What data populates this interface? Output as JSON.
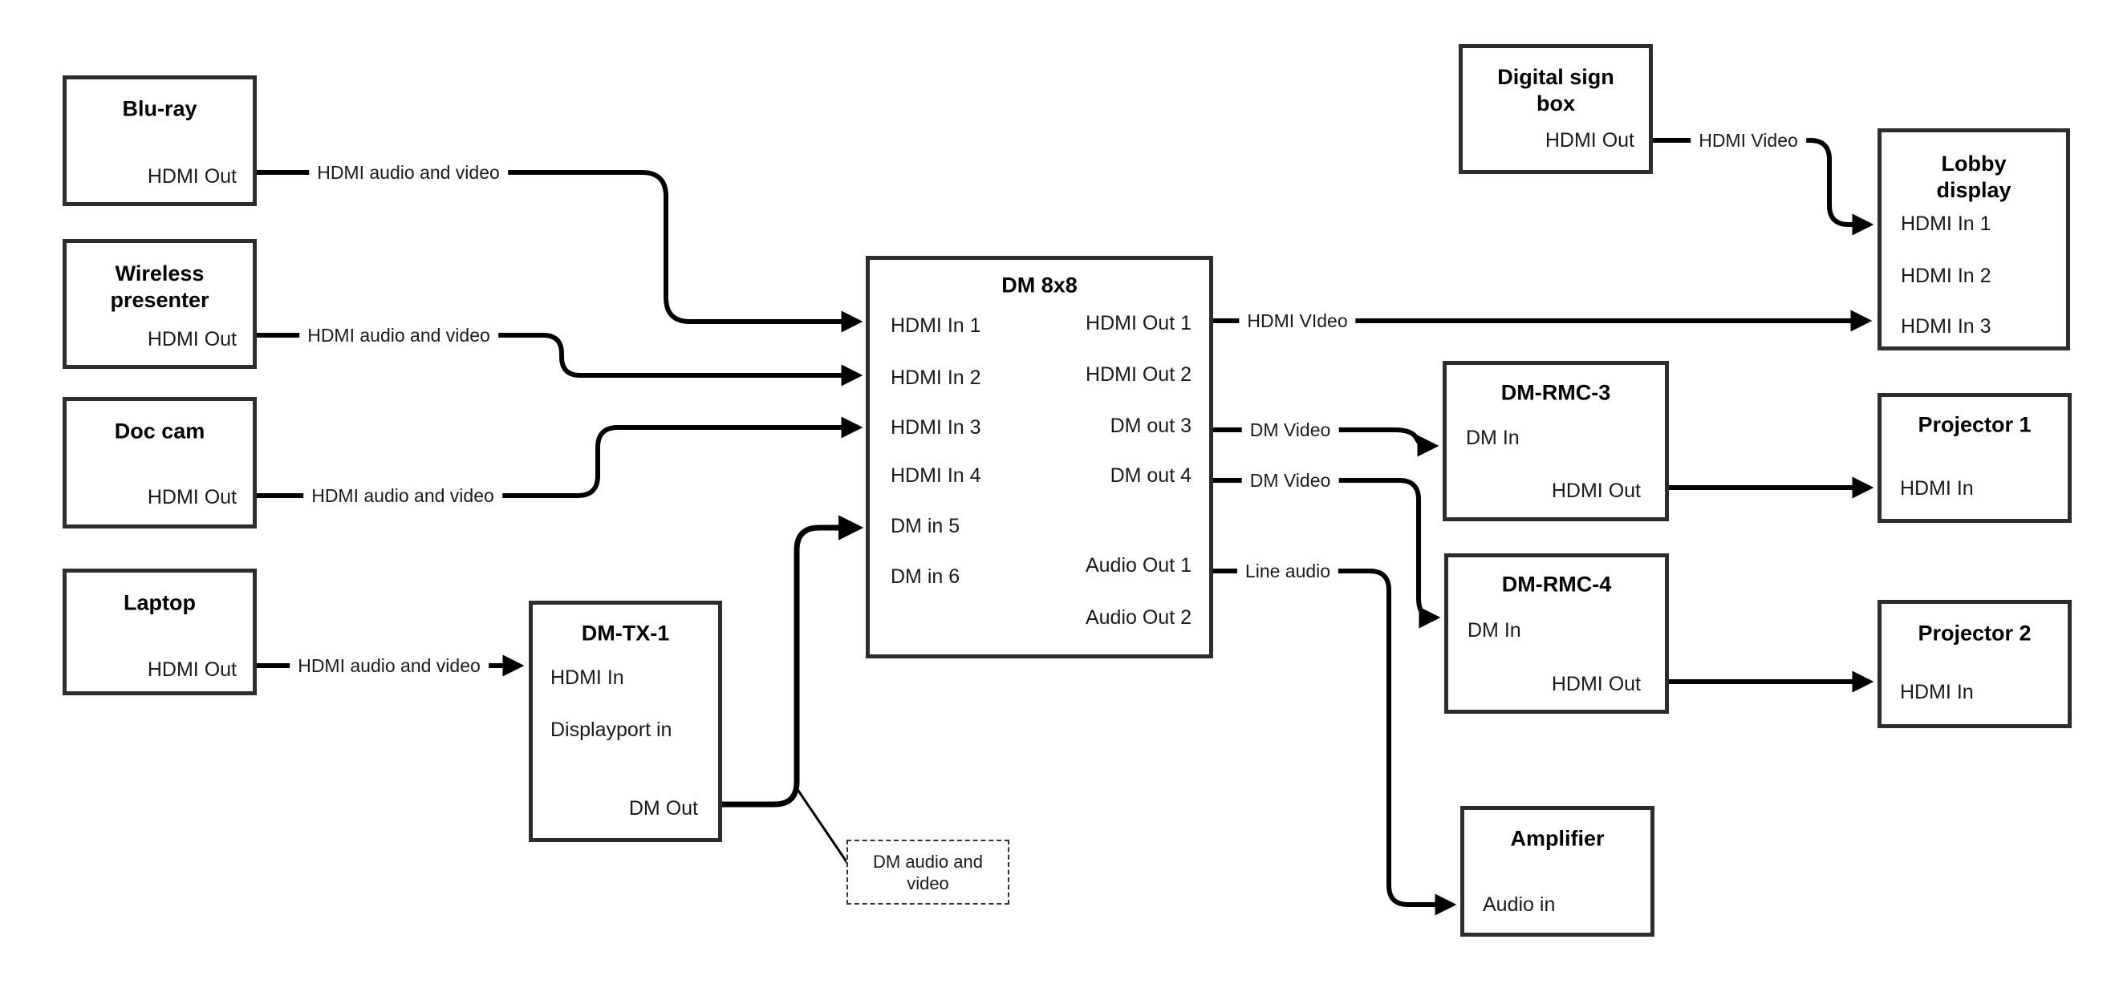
{
  "diagram": {
    "colors": {
      "wire": "#000000",
      "box_border": "#2d2d2d",
      "text": "#1a1a1a"
    },
    "nodes": {
      "blu_ray": {
        "title": "Blu-ray",
        "hdmi_out": "HDMI Out"
      },
      "wireless_presenter": {
        "title": "Wireless presenter",
        "hdmi_out": "HDMI Out"
      },
      "doc_cam": {
        "title": "Doc cam",
        "hdmi_out": "HDMI Out"
      },
      "laptop": {
        "title": "Laptop",
        "hdmi_out": "HDMI Out"
      },
      "dm_tx_1": {
        "title": "DM-TX-1",
        "hdmi_in": "HDMI In",
        "displayport_in": "Displayport in",
        "dm_out": "DM Out"
      },
      "dm_8x8": {
        "title": "DM 8x8",
        "inputs": [
          "HDMI In 1",
          "HDMI In 2",
          "HDMI In 3",
          "HDMI In 4",
          "DM in 5",
          "DM in 6"
        ],
        "outputs": [
          "HDMI Out 1",
          "HDMI Out 2",
          "DM out 3",
          "DM out 4",
          "Audio Out 1",
          "Audio Out 2"
        ]
      },
      "digital_sign_box": {
        "title": "Digital sign box",
        "hdmi_out": "HDMI Out"
      },
      "lobby_display": {
        "title": "Lobby display",
        "inputs": [
          "HDMI In 1",
          "HDMI In 2",
          "HDMI In 3"
        ]
      },
      "dm_rmc_3": {
        "title": "DM-RMC-3",
        "dm_in": "DM In",
        "hdmi_out": "HDMI Out"
      },
      "projector_1": {
        "title": "Projector 1",
        "hdmi_in": "HDMI In"
      },
      "dm_rmc_4": {
        "title": "DM-RMC-4",
        "dm_in": "DM In",
        "hdmi_out": "HDMI Out"
      },
      "projector_2": {
        "title": "Projector 2",
        "hdmi_in": "HDMI In"
      },
      "amplifier": {
        "title": "Amplifier",
        "audio_in": "Audio in"
      }
    },
    "wire_labels": {
      "hdmi_av_bluray": "HDMI audio and video",
      "hdmi_av_wireless": "HDMI audio and video",
      "hdmi_av_doccam": "HDMI audio and video",
      "hdmi_av_laptop": "HDMI audio and video",
      "hdmi_video_out1": "HDMI VIdeo",
      "hdmi_video_sign": "HDMI Video",
      "dm_video_out3": "DM Video",
      "dm_video_out4": "DM Video",
      "line_audio": "Line audio"
    },
    "note": "DM audio and video"
  }
}
